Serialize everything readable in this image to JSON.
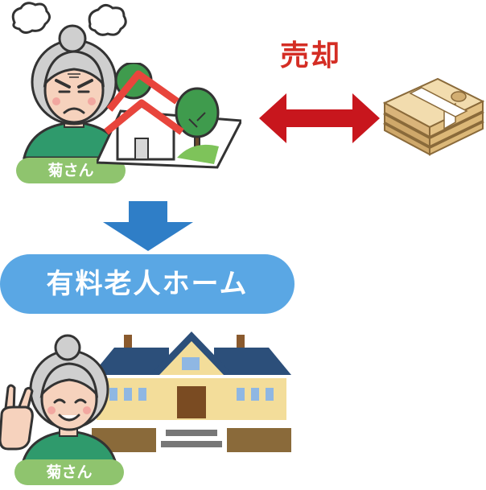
{
  "top_person": {
    "name": "菊さん"
  },
  "sale": {
    "label": "売却"
  },
  "destination": {
    "label": "有料老人ホーム"
  },
  "bottom_person": {
    "name": "菊さん"
  },
  "colors": {
    "arrow_red": "#c8161d",
    "arrow_blue": "#2f7ec7",
    "banner_blue": "#5aa7e4",
    "badge_green": "#8fc46e",
    "roof_red": "#e8453c"
  },
  "icons": {
    "top_person": "grumpy-elderly-woman-icon",
    "house": "house-with-trees-icon",
    "money": "cash-bundle-icon",
    "nursing_home": "nursing-home-building-icon",
    "bottom_person": "happy-elderly-woman-peace-sign-icon"
  }
}
